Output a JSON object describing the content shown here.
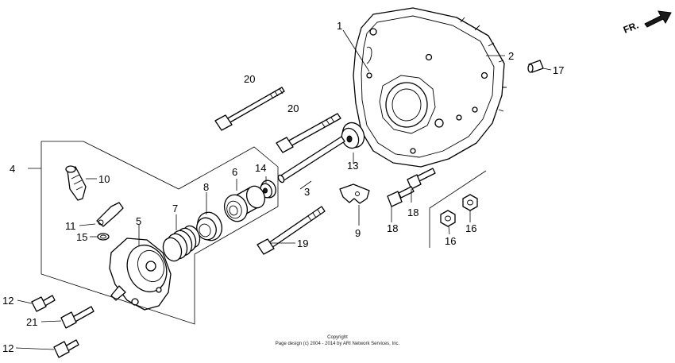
{
  "diagram": {
    "direction_label": "FR.",
    "callouts": {
      "c1": "1",
      "c2": "2",
      "c3": "3",
      "c4": "4",
      "c5": "5",
      "c6": "6",
      "c7": "7",
      "c8": "8",
      "c9": "9",
      "c10": "10",
      "c11": "11",
      "c12a": "12",
      "c12b": "12",
      "c13": "13",
      "c14": "14",
      "c15": "15",
      "c16a": "16",
      "c16b": "16",
      "c17": "17",
      "c18a": "18",
      "c18b": "18",
      "c19": "19",
      "c20a": "20",
      "c20b": "20",
      "c21": "21"
    }
  },
  "footer": {
    "line1": "Copyright",
    "line2": "Page design (c) 2004 - 2014 by ARI Network Services, Inc."
  }
}
